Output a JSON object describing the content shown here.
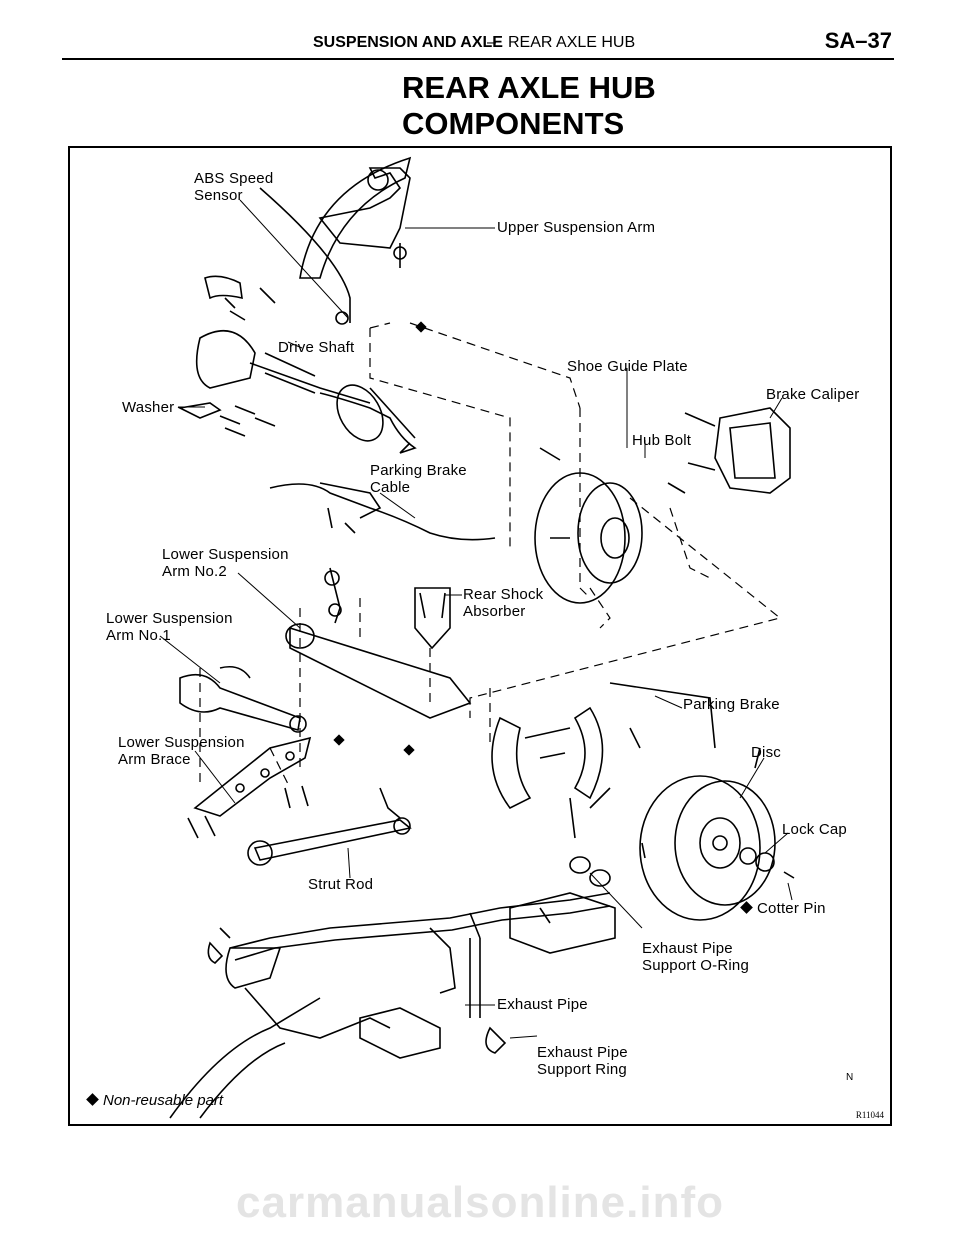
{
  "header": {
    "section": "SUSPENSION AND AXLE",
    "separator": "–",
    "subsection": "REAR AXLE HUB",
    "page_number": "SA–37"
  },
  "title": {
    "line1": "REAR AXLE HUB",
    "line2": "COMPONENTS"
  },
  "figure": {
    "labels": {
      "abs_speed_sensor": [
        "ABS Speed",
        "Sensor"
      ],
      "upper_suspension_arm": "Upper Suspension Arm",
      "drive_shaft": "Drive Shaft",
      "shoe_guide_plate": "Shoe Guide Plate",
      "brake_caliper": "Brake Caliper",
      "washer": "Washer",
      "hub_bolt": "Hub Bolt",
      "parking_brake_cable": [
        "Parking Brake",
        "Cable"
      ],
      "lower_suspension_arm_no2": [
        "Lower Suspension",
        "Arm No.2"
      ],
      "rear_shock_absorber": [
        "Rear Shock",
        "Absorber"
      ],
      "lower_suspension_arm_no1": [
        "Lower Suspension",
        "Arm No.1"
      ],
      "parking_brake": "Parking Brake",
      "lower_suspension_arm_brace": [
        "Lower Suspension",
        "Arm Brace"
      ],
      "disc": "Disc",
      "lock_cap": "Lock Cap",
      "strut_rod": "Strut Rod",
      "cotter_pin": "Cotter Pin",
      "exhaust_pipe_support_o_ring": [
        "Exhaust Pipe",
        "Support O-Ring"
      ],
      "exhaust_pipe": "Exhaust Pipe",
      "exhaust_pipe_support_ring": [
        "Exhaust Pipe",
        "Support Ring"
      ]
    },
    "note": "Non-reusable part",
    "corner_mark": "N",
    "figure_number": "R11044"
  },
  "watermark": "carmanualsonline.info"
}
